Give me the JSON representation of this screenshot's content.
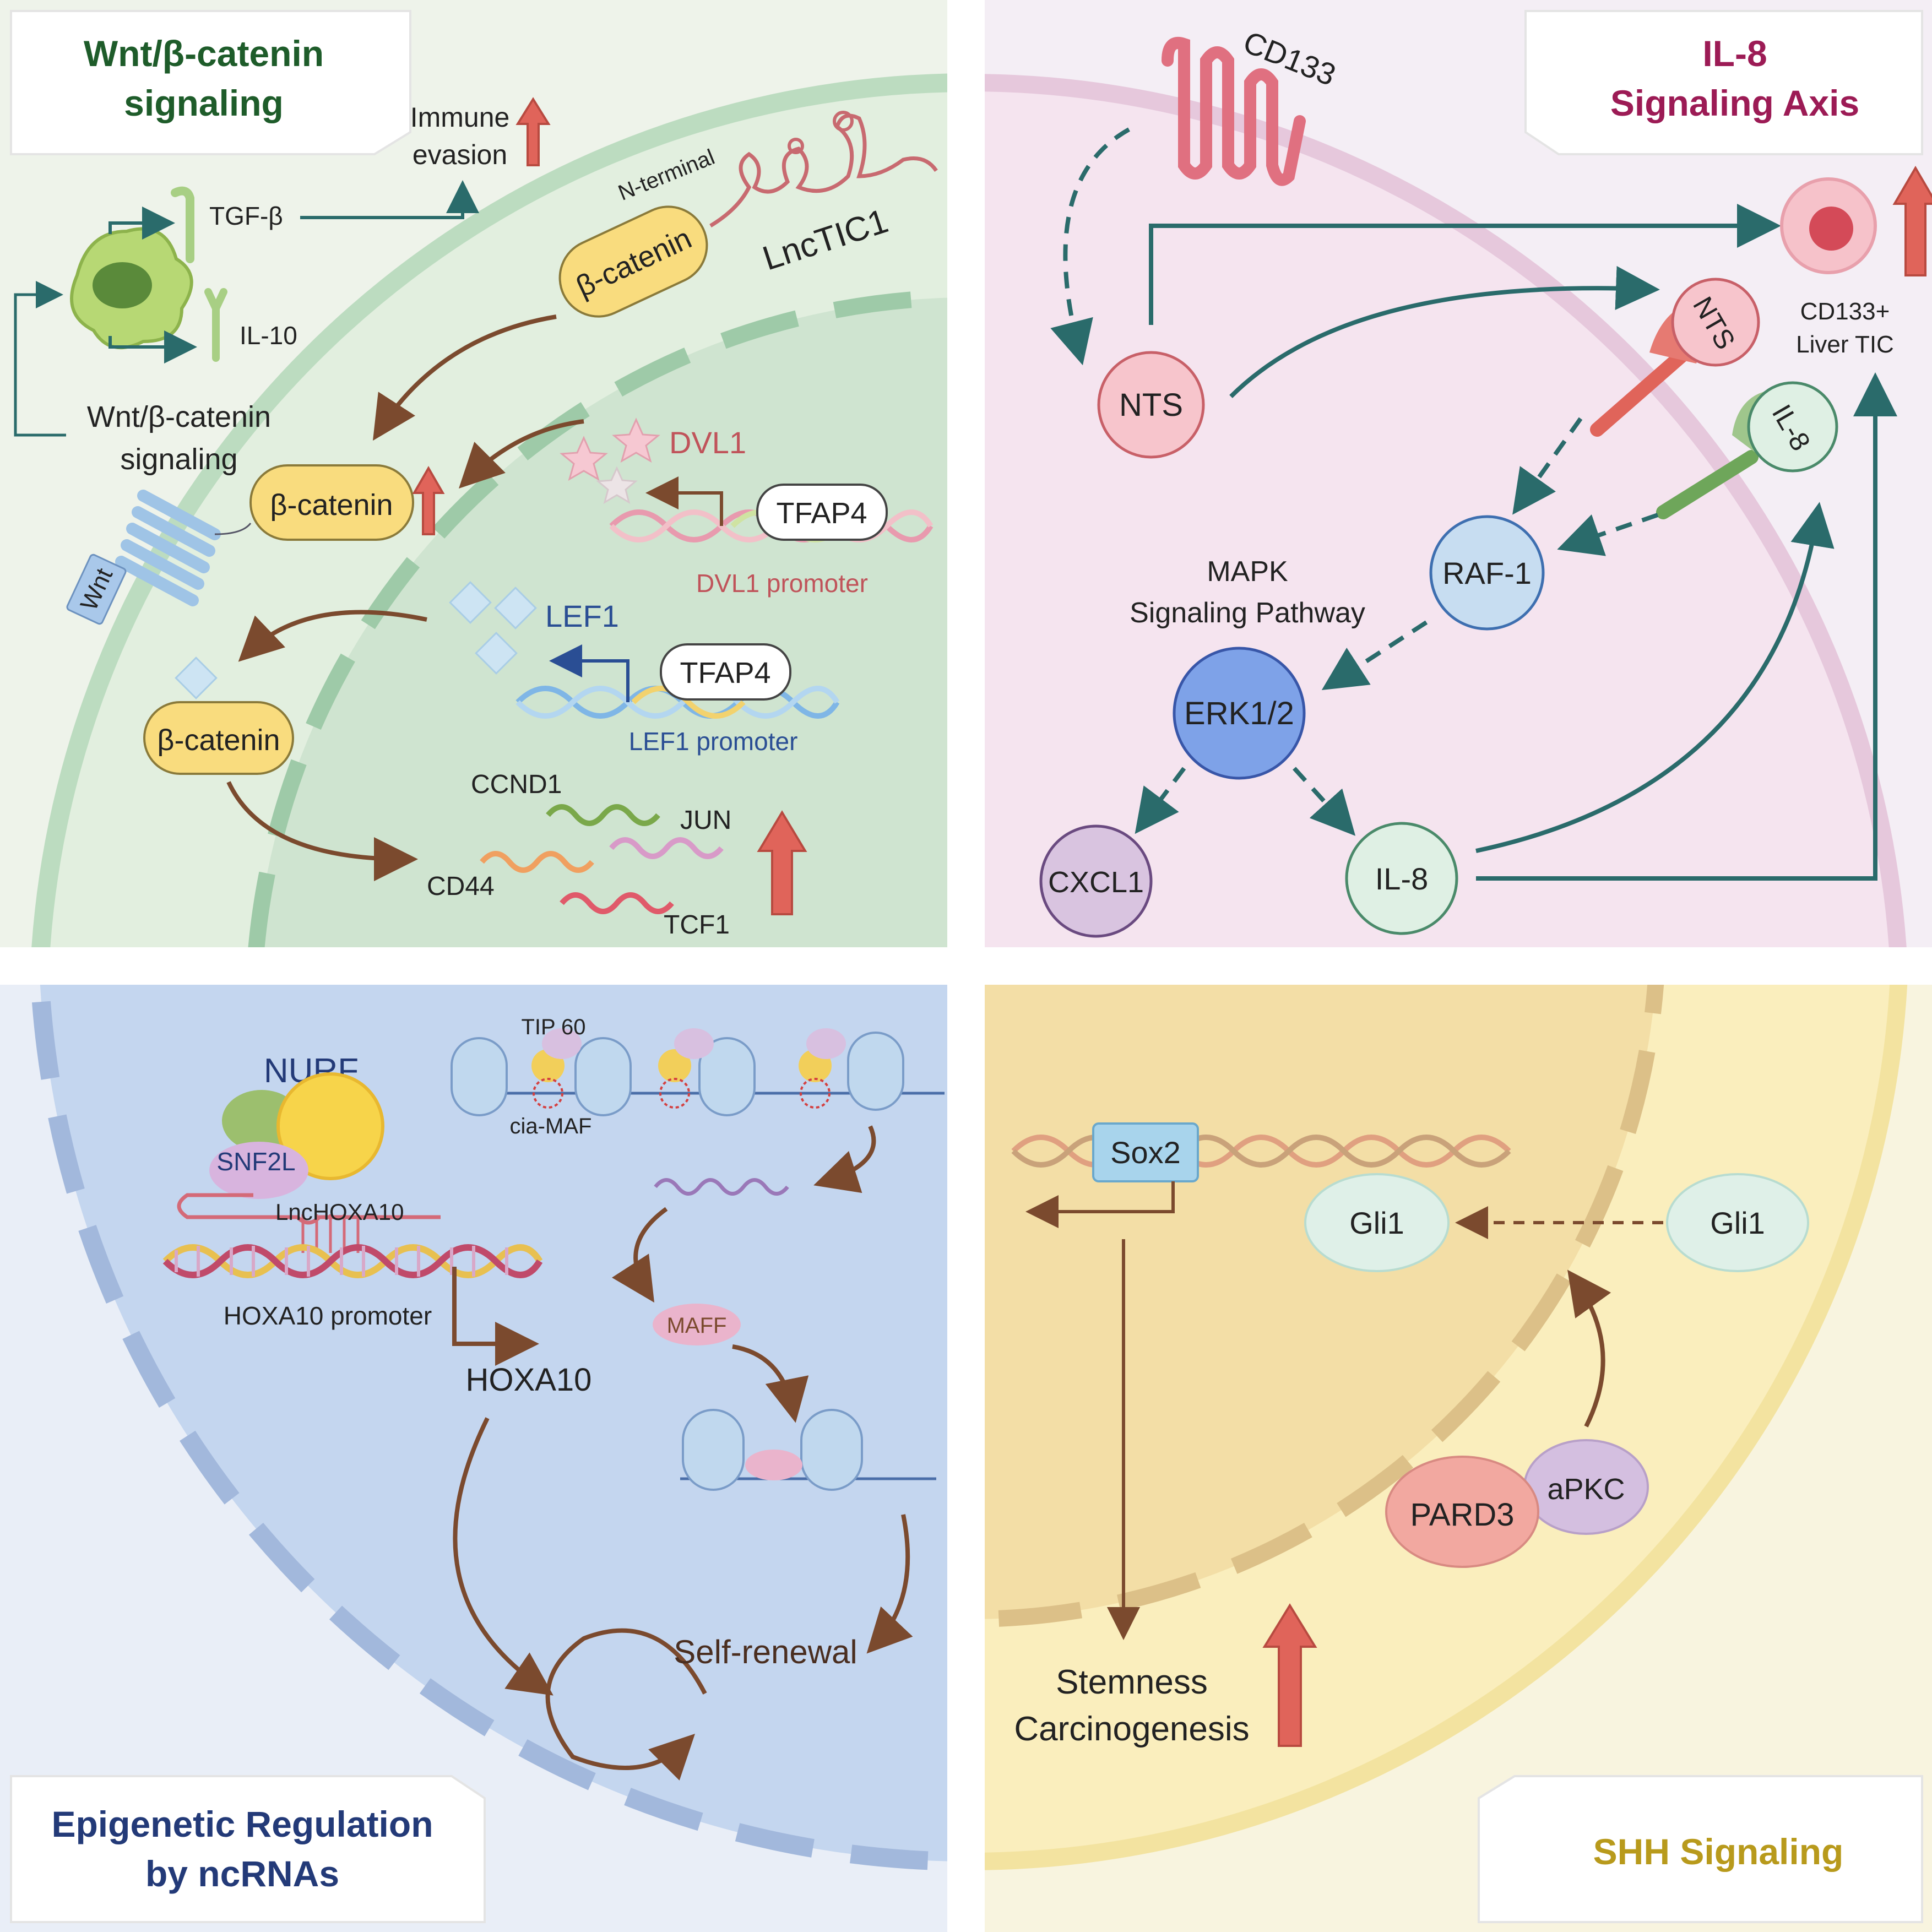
{
  "panels": {
    "wnt": {
      "title_line1": "Wnt/β-catenin",
      "title_line2": "signaling",
      "tgf_beta": "TGF-β",
      "il10": "IL-10",
      "immune_evasion_line1": "Immune",
      "immune_evasion_line2": "evasion",
      "wnt_signaling_line1": "Wnt/β-catenin",
      "wnt_signaling_line2": "signaling",
      "wnt_receptor": "Wnt",
      "n_terminal": "N-terminal",
      "beta_catenin": "β-catenin",
      "lnctic1": "LncTIC1",
      "dvl1": "DVL1",
      "tfap4": "TFAP4",
      "dvl1_promoter": "DVL1 promoter",
      "lef1": "LEF1",
      "lef1_promoter": "LEF1 promoter",
      "ccnd1": "CCND1",
      "jun": "JUN",
      "cd44": "CD44",
      "tcf1": "TCF1"
    },
    "il8": {
      "title_line1": "IL-8",
      "title_line2": "Signaling Axis",
      "cd133": "CD133",
      "nts": "NTS",
      "nts_receptor": "NTS",
      "il8_receptor": "IL-8",
      "tic_line1": "CD133+",
      "tic_line2": "Liver TIC",
      "mapk_line1": "MAPK",
      "mapk_line2": "Signaling Pathway",
      "raf1": "RAF-1",
      "erk": "ERK1/2",
      "cxcl1": "CXCL1",
      "il8": "IL-8"
    },
    "epi": {
      "title_line1": "Epigenetic Regulation",
      "title_line2": "by ncRNAs",
      "nurf": "NURF",
      "snf2l": "SNF2L",
      "lnchoxa10": "LncHOXA10",
      "hoxa10_promoter": "HOXA10 promoter",
      "hoxa10": "HOXA10",
      "tip60": "TIP 60",
      "cia_maf": "cia-MAF",
      "maff": "MAFF",
      "self_renewal": "Self-renewal"
    },
    "shh": {
      "title": "SHH Signaling",
      "sox2": "Sox2",
      "gli1_nuclear": "Gli1",
      "gli1_cyto": "Gli1",
      "pard3": "PARD3",
      "apkc": "aPKC",
      "stemness": "Stemness",
      "carcinogenesis": "Carcinogenesis"
    }
  },
  "colors": {
    "wnt_title": "#1e5c2a",
    "il8_title": "#9c1b55",
    "epi_title": "#233a78",
    "shh_title": "#b89a1c",
    "up_arrow": "#e0645a",
    "brown_arrow": "#7b4a2e",
    "teal_arrow": "#2a6b6b"
  }
}
